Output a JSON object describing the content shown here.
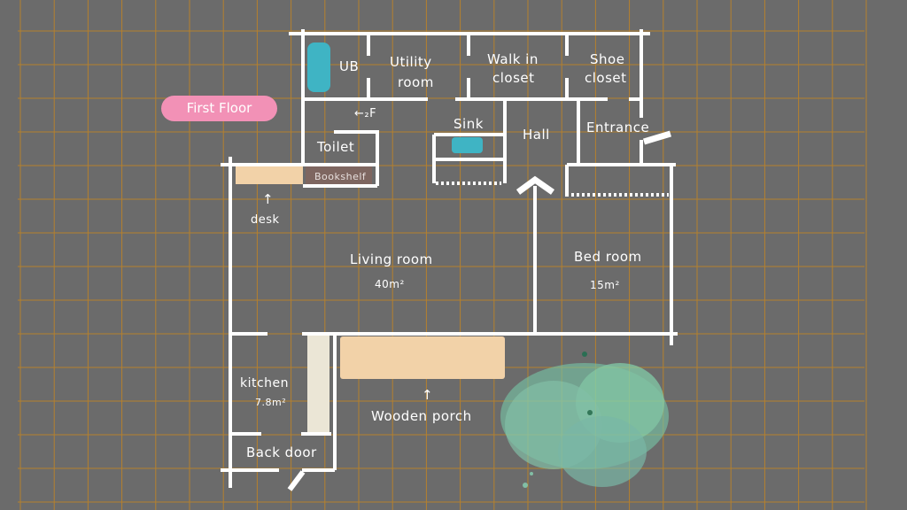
{
  "title": "First Floor",
  "rooms": {
    "ub": "UB",
    "utility": [
      "Utility",
      "room"
    ],
    "walkin": [
      "Walk in",
      "closet"
    ],
    "shoe": [
      "Shoe",
      "closet"
    ],
    "stairs": "←₂F",
    "toilet": "Toilet",
    "bookshelf": "Bookshelf",
    "sink": "Sink",
    "hall": "Hall",
    "entrance": "Entrance",
    "desk": "desk",
    "living": "Living room",
    "living_area": "40m²",
    "bedroom": "Bed room",
    "bedroom_area": "15m²",
    "kitchen": "kitchen",
    "kitchen_area": "7.8m²",
    "porch": "Wooden porch",
    "backdoor": "Back door"
  },
  "colors": {
    "background": "#6b6b6b",
    "grid": "#c8861e",
    "wall": "#ffffff",
    "pill": "#f291b6",
    "water": "#3fb4c4",
    "wood": "#f2d2a8",
    "shelf": "#7e6660",
    "plant": "#7fcfae"
  }
}
